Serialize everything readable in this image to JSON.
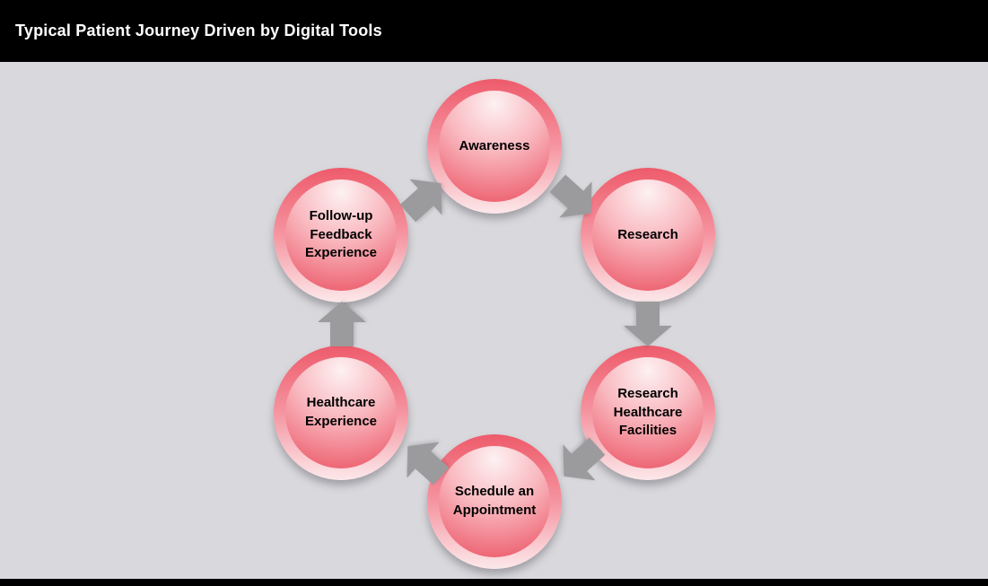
{
  "title_bar": {
    "title": "Typical Patient Journey Driven by Digital Tools"
  },
  "diagram": {
    "type": "cycle",
    "flow": "clockwise",
    "nodes": [
      {
        "id": "awareness",
        "label": "Awareness"
      },
      {
        "id": "research",
        "label": "Research"
      },
      {
        "id": "research-healthcare-facilities",
        "label": "Research Healthcare Facilities"
      },
      {
        "id": "schedule-an-appointment",
        "label": "Schedule an Appointment"
      },
      {
        "id": "healthcare-experience",
        "label": "Healthcare Experience"
      },
      {
        "id": "follow-up-feedback-experience",
        "label": "Follow-up Feedback Experience"
      }
    ],
    "connections": [
      {
        "from": "Awareness",
        "to": "Research"
      },
      {
        "from": "Research",
        "to": "Research Healthcare Facilities"
      },
      {
        "from": "Research Healthcare Facilities",
        "to": "Schedule an Appointment"
      },
      {
        "from": "Schedule an Appointment",
        "to": "Healthcare Experience"
      },
      {
        "from": "Healthcare Experience",
        "to": "Follow-up Feedback Experience"
      },
      {
        "from": "Follow-up Feedback Experience",
        "to": "Awareness"
      }
    ]
  },
  "colors": {
    "title_bar_bg": "#000000",
    "title_text": "#ffffff",
    "canvas_bg": "#d9d9dd",
    "footer_bar_bg": "#000000",
    "arrow": "#9b9b9d",
    "node_ring_top": "#ee5b6b",
    "node_ring_bottom": "#fce8ea",
    "node_highlight": "#fdf1f2",
    "node_body": "#ed6170",
    "node_text": "#000000"
  }
}
